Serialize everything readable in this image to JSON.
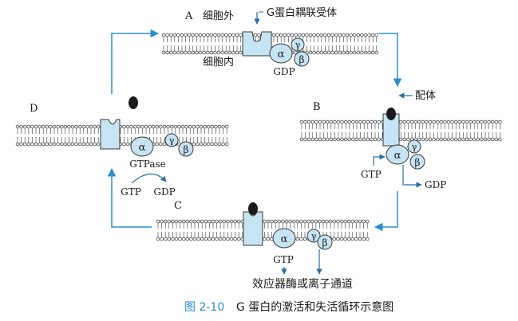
{
  "panels": {
    "A": {
      "label": "A",
      "extracellular": "细胞外",
      "intracellular": "细胞内",
      "receptor_label": "G蛋白耦联受体",
      "gdp": "GDP"
    },
    "B": {
      "label": "B",
      "ligand": "配体",
      "gtp": "GTP",
      "gdp": "GDP"
    },
    "C": {
      "label": "C",
      "gtp": "GTP",
      "effector": "效应器酶或离子通道"
    },
    "D": {
      "label": "D",
      "gtpase": "GTPase",
      "gtp": "GTP",
      "gdp": "GDP"
    }
  },
  "subunits": {
    "alpha": "α",
    "beta": "β",
    "gamma": "γ"
  },
  "caption": {
    "number": "图 2-10",
    "text": "G 蛋白的激活和失活循环示意图"
  },
  "colors": {
    "accent": "#2a8fd0",
    "protein_fill": "#c6e4f4",
    "stroke": "#3a3a3a",
    "lipid": "#3a3a3a"
  }
}
